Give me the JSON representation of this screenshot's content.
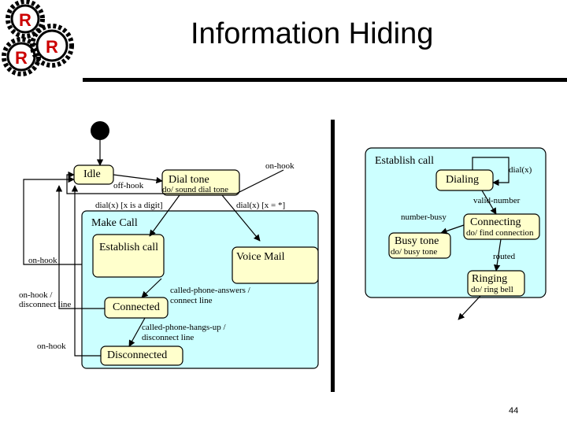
{
  "slide": {
    "title": "Information Hiding",
    "page_number": "44"
  },
  "logo": {
    "letter": "R"
  },
  "left_diagram": {
    "states": {
      "idle": "Idle",
      "dial_tone": "Dial tone",
      "dial_tone_activity": "do/ sound dial tone",
      "make_call": "Make Call",
      "establish_call": "Establish call",
      "voice_mail": "Voice Mail",
      "connected": "Connected",
      "disconnected": "Disconnected"
    },
    "transitions": {
      "off_hook": "off-hook",
      "on_hook_top": "on-hook",
      "dial_digit": "dial(x) [x is a digit]",
      "dial_star": "dial(x) [x = *]",
      "on_hook_left": "on-hook",
      "on_hook_disconnect_1": "on-hook /",
      "on_hook_disconnect_2": "disconnect line",
      "on_hook_bottom": "on-hook",
      "answers_1": "called-phone-answers /",
      "answers_2": "connect line",
      "hangs_up_1": "called-phone-hangs-up /",
      "hangs_up_2": "disconnect line"
    }
  },
  "right_diagram": {
    "states": {
      "establish_call": "Establish call",
      "dialing": "Dialing",
      "connecting": "Connecting",
      "connecting_activity": "do/ find connection",
      "busy_tone": "Busy tone",
      "busy_tone_activity": "do/ busy tone",
      "ringing": "Ringing",
      "ringing_activity": "do/ ring bell"
    },
    "transitions": {
      "dial_x": "dial(x)",
      "valid_number": "valid-number",
      "number_busy": "number-busy",
      "routed": "routed"
    }
  },
  "colors": {
    "state_fill": "#FFFFCC",
    "composite_fill": "#CCFFFF"
  }
}
